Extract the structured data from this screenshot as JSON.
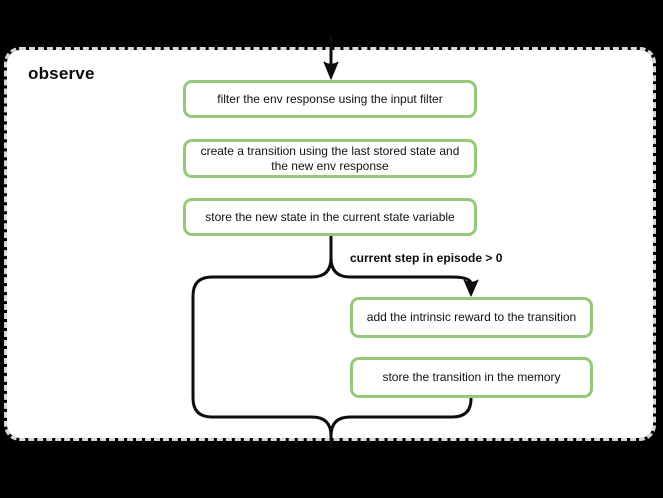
{
  "canvas": {
    "background_color": "#000000",
    "panel_background_color": "#ffffff",
    "panel_dash_border_color": "#d9d9d9"
  },
  "diagram": {
    "title": "observe",
    "condition_label": "current step in episode > 0",
    "node_border_color": "#95c97a",
    "connector_color": "#0d0d0d",
    "main_steps": [
      {
        "label": "filter the env response using the input filter"
      },
      {
        "label": "create a transition using the last stored state and the new env response"
      },
      {
        "label": "store the new state in the current state variable"
      }
    ],
    "branch_steps": [
      {
        "label": "add the intrinsic reward to the transition"
      },
      {
        "label": "store the transition in the memory"
      }
    ]
  }
}
